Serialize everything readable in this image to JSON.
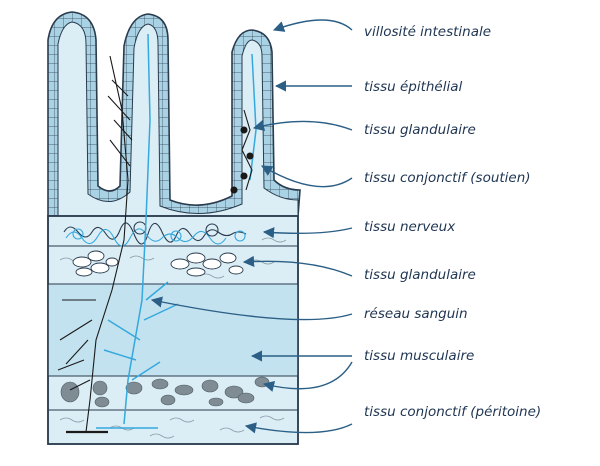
{
  "diagram": {
    "labels": [
      "villosité intestinale",
      "tissu épithélial",
      "tissu glandulaire",
      "tissu conjonctif (soutien)",
      "tissu nerveux",
      "tissu glandulaire",
      "réseau sanguin",
      "tissu musculaire",
      "tissu conjonctif (péritoine)"
    ]
  },
  "colors": {
    "outline": "#2a3b4d",
    "epithelium": "#a9d3e4",
    "tissue": "#dbeef6",
    "muscle": "#c3e2f0",
    "vessel_blue": "#35a8dd",
    "nerve_black": "#1a1a1a",
    "cell_gray": "#7f8c94",
    "arrow": "#2b5f86",
    "label_text": "#1f3552"
  }
}
